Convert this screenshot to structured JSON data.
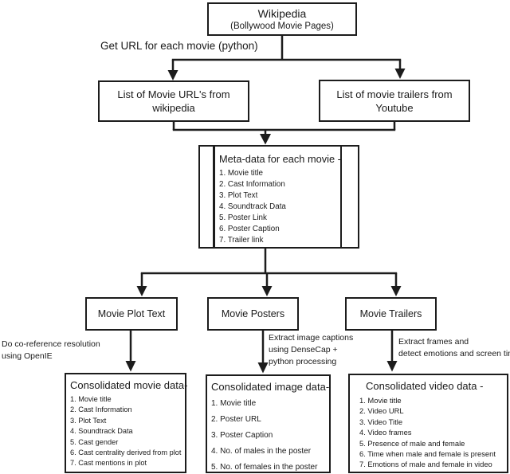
{
  "colors": {
    "line": "#1c1c1c",
    "background": "#ffffff",
    "text": "#1a1a1a"
  },
  "nodes": {
    "wikipedia": {
      "title": "Wikipedia",
      "subtitle": "(Bollywood Movie Pages)"
    },
    "movie_url_list": {
      "label": "List of Movie URL's from wikipedia"
    },
    "trailer_list": {
      "label": "List of movie trailers from Youtube"
    },
    "metadata": {
      "title": "Meta-data for each movie -",
      "items": [
        "1. Movie title",
        "2. Cast Information",
        "3. Plot Text",
        "4. Soundtrack Data",
        "5. Poster Link",
        "6. Poster Caption",
        "7. Trailer link"
      ]
    },
    "movie_plot_text": {
      "label": "Movie Plot Text"
    },
    "movie_posters": {
      "label": "Movie Posters"
    },
    "movie_trailers": {
      "label": "Movie Trailers"
    },
    "consolidated_movie": {
      "title": "Consolidated movie data-",
      "items": [
        "1. Movie title",
        "2. Cast Information",
        "3. Plot Text",
        "4. Soundtrack Data",
        "5. Cast gender",
        "6. Cast centrality derived from plot",
        "7. Cast mentions in plot"
      ]
    },
    "consolidated_image": {
      "title": "Consolidated image data-",
      "items": [
        "1. Movie title",
        "2. Poster URL",
        "3. Poster Caption",
        "4. No. of males in the poster",
        "5. No. of females in the poster"
      ]
    },
    "consolidated_video": {
      "title": "Consolidated video data -",
      "items": [
        "1. Movie title",
        "2. Video URL",
        "3. Video Title",
        "4. Video frames",
        "5. Presence of male and female",
        "6. Time when male and female is present",
        "7. Emotions of male and female in video"
      ]
    }
  },
  "edge_labels": {
    "get_url": "Get URL for each movie (python)",
    "coreference": {
      "line1": "Do co-reference resolution",
      "line2": "using OpenIE"
    },
    "densecap": {
      "line1": "Extract image captions",
      "line2": "using DenseCap +",
      "line3": "python processing"
    },
    "frames": {
      "line1": "Extract frames and",
      "line2": "detect emotions and screen time"
    }
  }
}
